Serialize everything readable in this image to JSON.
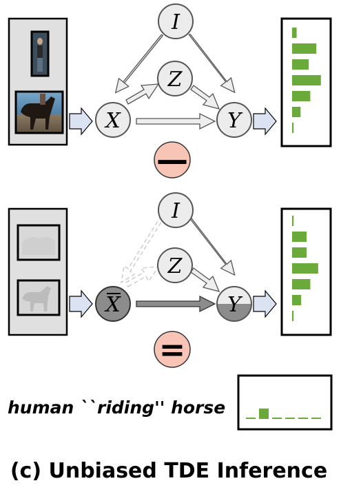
{
  "top_graph": {
    "nodes": {
      "i": "I",
      "z": "Z",
      "x": "X",
      "y": "Y"
    },
    "bars": [
      0.15,
      0.8,
      0.55,
      0.95,
      0.6,
      0.28,
      0.05
    ]
  },
  "operator_minus": "—",
  "bottom_graph": {
    "nodes": {
      "i": "I",
      "z": "Z",
      "x": "X",
      "y": "Y"
    },
    "bars": [
      0.05,
      0.48,
      0.48,
      0.86,
      0.6,
      0.3,
      0.05
    ]
  },
  "operator_equals": "=",
  "result": {
    "phrase": "human ``riding'' horse",
    "bars": [
      0.05,
      0.38,
      0.03,
      0.03,
      0.03,
      0.03
    ]
  },
  "caption": "(c) Unbiased TDE Inference",
  "colors": {
    "node_fill": "#ececec",
    "node_dark": "#8c8c8c",
    "bar_green": "#6aaa3a",
    "operator_fill": "#f7c4b6",
    "input_arrow": "#dbe3f3",
    "panel_fill": "#e0e0e0"
  }
}
